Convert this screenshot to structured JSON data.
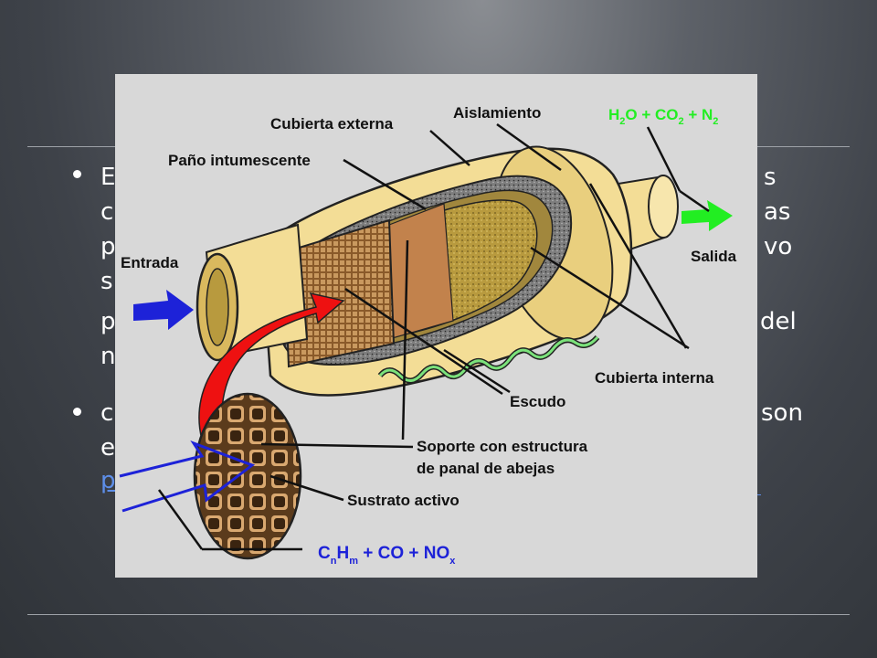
{
  "slide": {
    "bullet1_fragments": [
      "E",
      "c",
      "p",
      "s",
      "p",
      "n"
    ],
    "bullet1_right_fragments": [
      "s",
      "as",
      "vo",
      "del"
    ],
    "bullet2_fragments": [
      "c",
      "e",
      "p"
    ],
    "bullet2_right_fragments": [
      "son"
    ]
  },
  "diagram": {
    "labels": {
      "cubierta_externa": "Cubierta externa",
      "aislamiento": "Aislamiento",
      "pano_intumescente": "Paño intumescente",
      "entrada": "Entrada",
      "salida": "Salida",
      "cubierta_interna": "Cubierta interna",
      "escudo": "Escudo",
      "soporte_line1": "Soporte con estructura",
      "soporte_line2": "de panal de abejas",
      "sustrato_activo": "Sustrato activo"
    },
    "output_formula": {
      "h": "H",
      "h_sub": "2",
      "o_plus_co": "O + CO",
      "co_sub": "2",
      "plus_n": " + N",
      "n_sub": "2"
    },
    "input_formula": {
      "c": "C",
      "c_sub": "n",
      "h": "H",
      "h_sub": "m",
      "co_no": " + CO + NO",
      "no_sub": "x"
    },
    "colors": {
      "output_green": "#22ee22",
      "input_blue": "#1d22d8",
      "flow_red": "#ee1111",
      "shell_yellow": "#f3dd96",
      "substrate_brown": "#b8864e"
    }
  }
}
